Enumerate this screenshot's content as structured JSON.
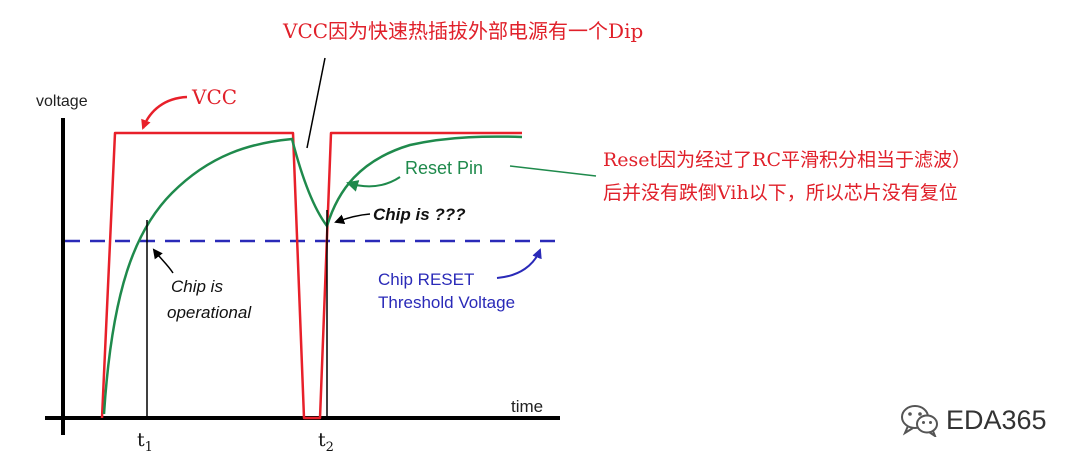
{
  "annotations": {
    "dip_note": "VCC因为快速热插拔外部电源有一个Dip",
    "filter_note_line1": "Reset因为经过了RC平滑积分相当于滤波）",
    "filter_note_line2": "后并没有跌倒Vih以下，所以芯片没有复位"
  },
  "figure": {
    "y_axis_label": "voltage",
    "x_axis_label": "time",
    "vcc_label": "VCC",
    "reset_pin_label": "Reset Pin",
    "chip_unknown_label": "Chip is ???",
    "chip_operational_line1": "Chip is",
    "chip_operational_line2": "operational",
    "threshold_label_line1": "Chip RESET",
    "threshold_label_line2": "Threshold Voltage",
    "t1_base": "t",
    "t1_sub": "1",
    "t2_base": "t",
    "t2_sub": "2"
  },
  "watermark": {
    "text": "EDA365",
    "icon": "wechat-icon"
  },
  "colors": {
    "vcc": "#e8202a",
    "reset": "#1f8a4c",
    "threshold": "#2a2ab8",
    "annotation": "#e0202a",
    "axis": "#000000"
  }
}
